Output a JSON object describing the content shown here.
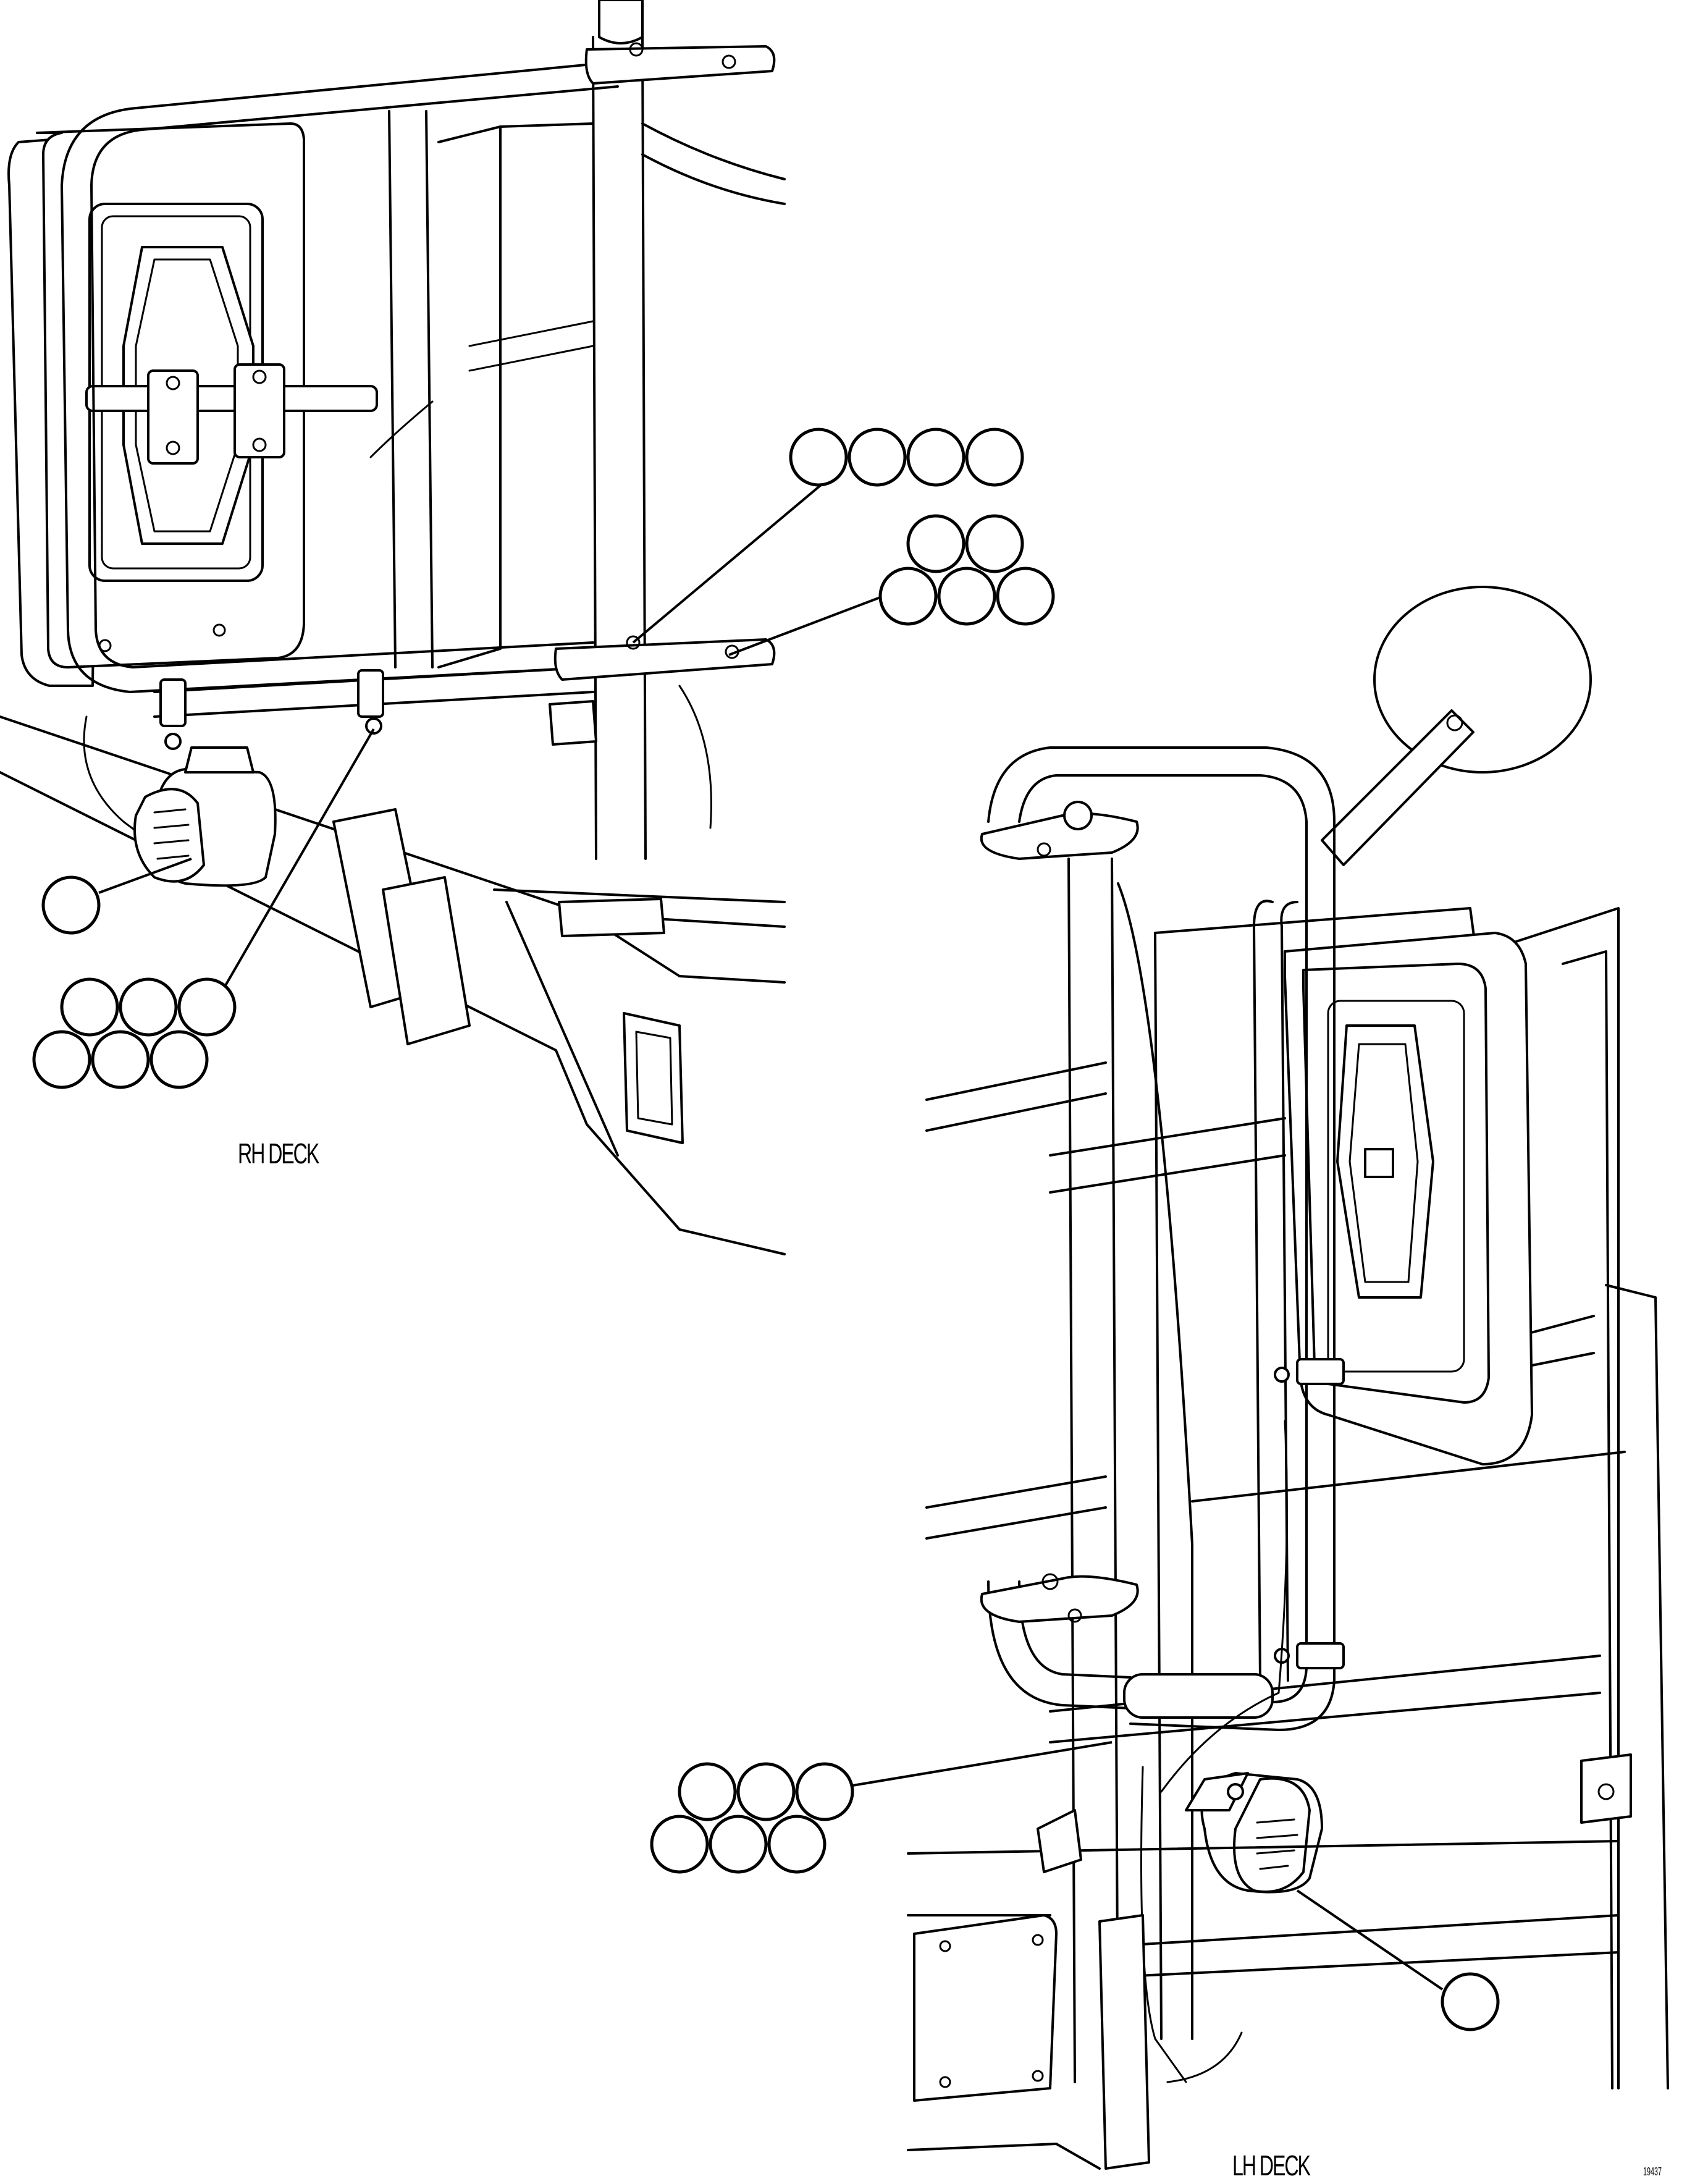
{
  "labels": {
    "rh_deck": "RH DECK",
    "lh_deck": "LH DECK",
    "figure_id": "19437"
  },
  "callout_groups": [
    {
      "name": "rh-top-row4",
      "count": 4
    },
    {
      "name": "rh-right-stack5",
      "count": 5
    },
    {
      "name": "rh-light-single",
      "count": 1
    },
    {
      "name": "rh-bolt-stack6",
      "count": 6
    },
    {
      "name": "lh-stack6",
      "count": 6
    },
    {
      "name": "lh-light-single",
      "count": 1
    }
  ]
}
